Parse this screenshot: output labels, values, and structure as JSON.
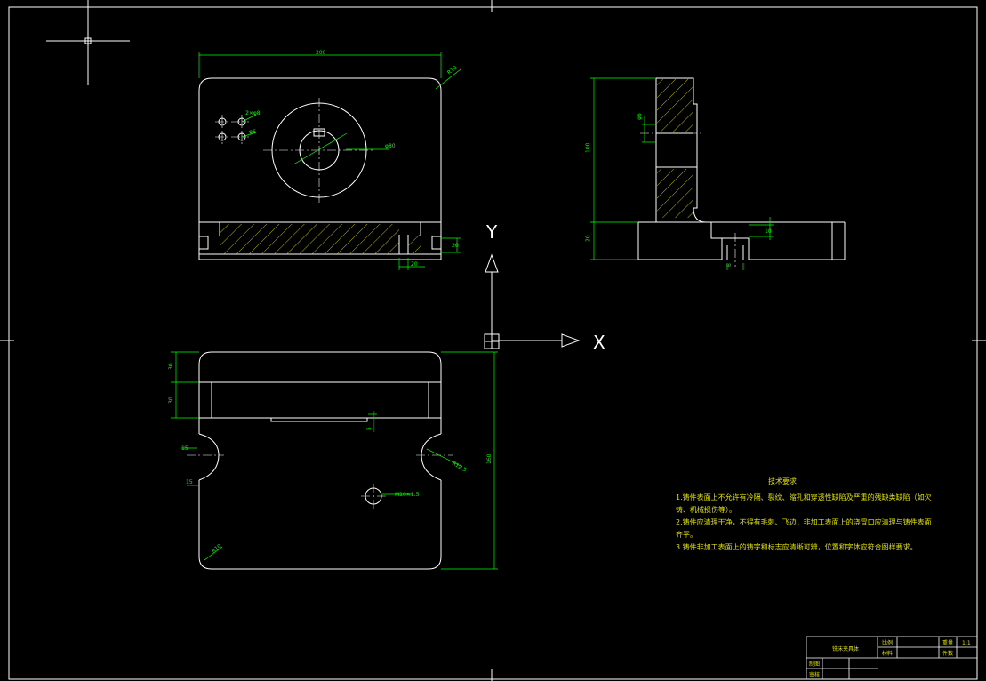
{
  "drawing": {
    "axis_labels": {
      "y": "Y",
      "x": "X"
    },
    "dimensions": {
      "top_width": "200",
      "top_corner_r": "R10",
      "hole_dia": "φ80",
      "small_hole_a": "2×φ8",
      "small_hole_b": "φ6",
      "slot_h": "20",
      "slot_w": "20",
      "side_height": "100",
      "side_base": "20",
      "side_hole": "φ6",
      "side_step": "10",
      "side_small": "6",
      "plan_height": "160",
      "plan_a": "30",
      "plan_b": "30",
      "plan_slot": "15",
      "plan_notch": "15",
      "plan_notch_r": "R12.5",
      "plan_hole": "M10×1.5",
      "plan_r": "R10",
      "plan_mid": "5"
    },
    "notes": {
      "title": "技术要求",
      "lines": [
        "1.铸件表面上不允许有冷隔、裂纹、缩孔和穿透性缺陷及严重的残缺类缺陷（如欠",
        "铸、机械损伤等）。",
        "2.铸件应清理干净，不得有毛刺、飞边，非加工表面上的浇冒口应清理与铸件表面",
        "齐平。",
        "3.铸件非加工表面上的铸字和标志应清晰可辨，位置和字体应符合图样要求。"
      ]
    },
    "title_block": {
      "name": "铣床夹具体",
      "scale_label": "比例",
      "scale_value": "1:1",
      "qty_label": "件数",
      "drawn_label": "制图",
      "check_label": "审核",
      "sheet_label": "重量",
      "material_label": "材料"
    }
  },
  "colors": {
    "background": "#000000",
    "outline": "#ffffff",
    "dimension": "#00ff00",
    "hatch": "#e8e800",
    "text": "#e0e000"
  }
}
